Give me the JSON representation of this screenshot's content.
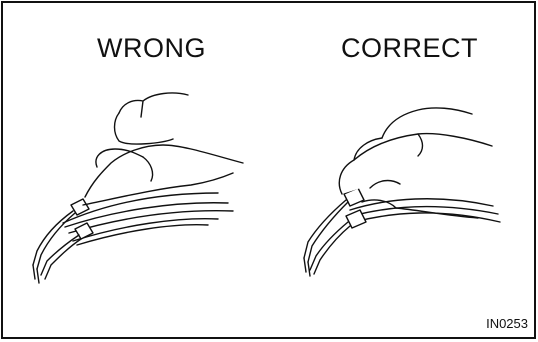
{
  "labels": {
    "wrong": "WRONG",
    "correct": "CORRECT",
    "figure_code": "IN0253"
  },
  "colors": {
    "ink": "#111111",
    "background": "#ffffff"
  },
  "icons": {
    "wrong_panel": "hand-pulling-wires-icon",
    "correct_panel": "hand-pulling-connectors-icon"
  }
}
